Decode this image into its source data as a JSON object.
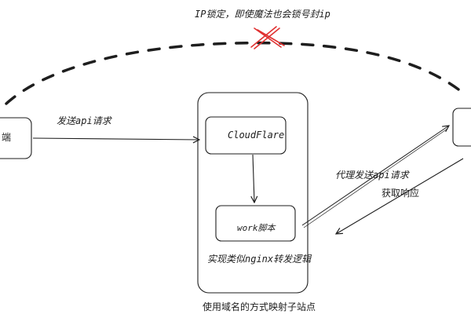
{
  "top_label": "IP锁定，即使魔法也会锁号封ip",
  "client_label": "端",
  "send_request_label": "发送api请求",
  "cloudflare_label": "CloudFlare",
  "worker_label": "work脚本",
  "nginx_label": "实现类似nginx转发逻辑",
  "proxy_label": "代理发送api请求",
  "response_label": "获取响应",
  "domain_label": "使用域名的方式映射子站点"
}
